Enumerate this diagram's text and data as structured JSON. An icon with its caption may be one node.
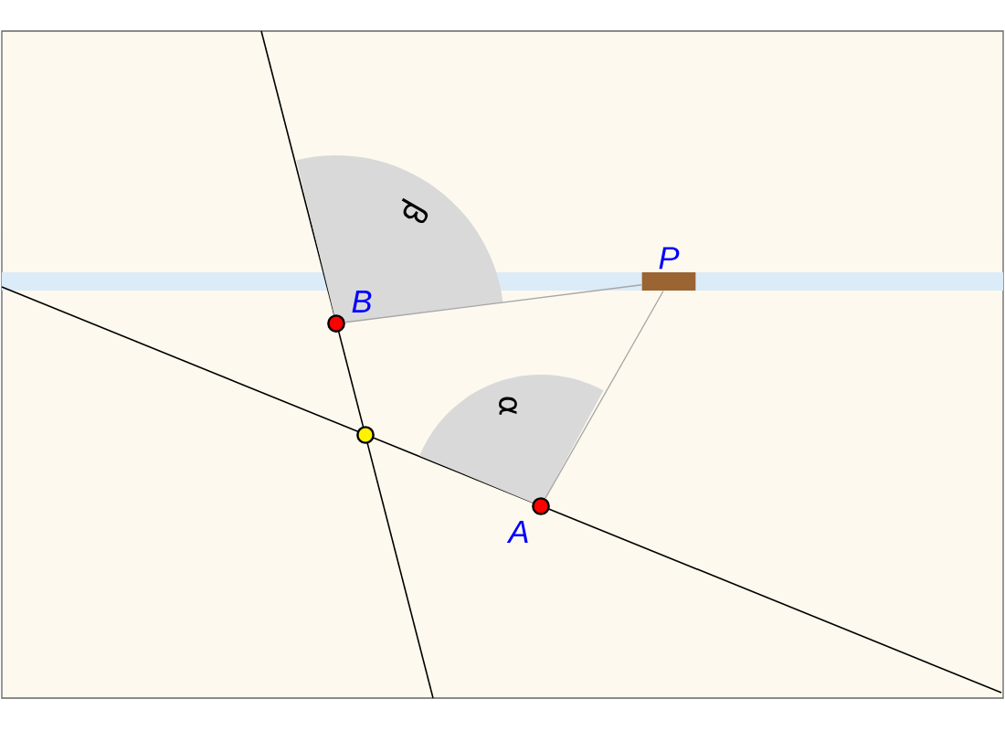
{
  "diagram": {
    "nodes": [
      {
        "text": [],
        "shape": "circle",
        "beside": [
          "B"
        ]
      },
      {
        "text": [
          "P"
        ]
      },
      {
        "text": [],
        "shape": "circle"
      },
      {
        "text": [],
        "shape": "circle",
        "beside": [
          "A"
        ]
      }
    ],
    "edges": [
      {
        "from": 0,
        "to": 1,
        "arrow": "none"
      },
      {
        "from": 3,
        "to": 1,
        "arrow": "none"
      }
    ],
    "labels": [
      "β",
      "α"
    ]
  }
}
